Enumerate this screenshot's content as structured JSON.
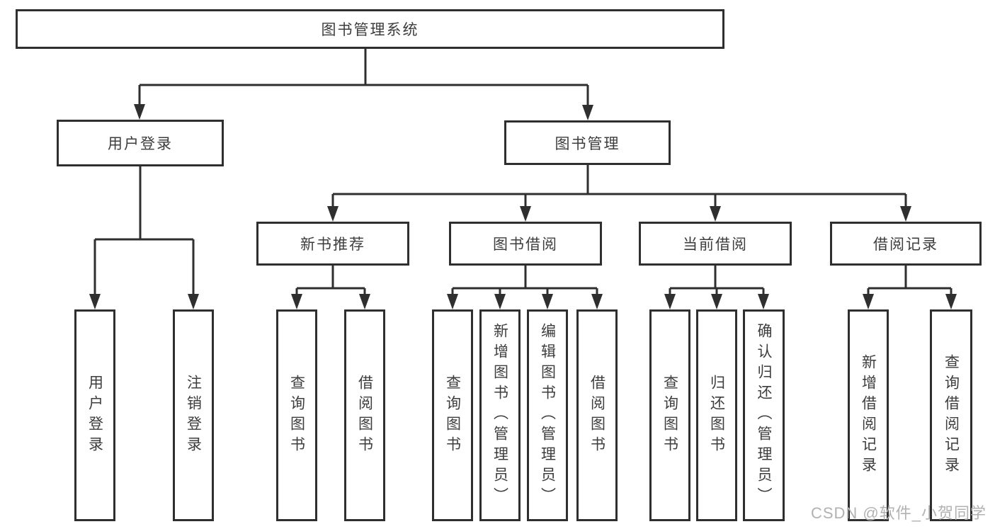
{
  "tree": {
    "root": {
      "label": "图书管理系统"
    },
    "login": {
      "label": "用户登录",
      "children": [
        {
          "label": "用户登录"
        },
        {
          "label": "注销登录"
        }
      ]
    },
    "management": {
      "label": "图书管理",
      "sections": [
        {
          "label": "新书推荐",
          "children": [
            {
              "label": "查询图书"
            },
            {
              "label": "借阅图书"
            }
          ]
        },
        {
          "label": "图书借阅",
          "children": [
            {
              "label": "查询图书"
            },
            {
              "label": "新增图书（管理员）"
            },
            {
              "label": "编辑图书（管理员）"
            },
            {
              "label": "借阅图书"
            }
          ]
        },
        {
          "label": "当前借阅",
          "children": [
            {
              "label": "查询图书"
            },
            {
              "label": "归还图书"
            },
            {
              "label": "确认归还（管理员）"
            }
          ]
        },
        {
          "label": "借阅记录",
          "children": [
            {
              "label": "新增借阅记录"
            },
            {
              "label": "查询借阅记录"
            }
          ]
        }
      ]
    }
  },
  "watermark": {
    "text": "CSDN @软件_小贺同学"
  },
  "colors": {
    "line": "#2f2f2f",
    "text": "#3d3d3d",
    "background": "#ffffff",
    "watermark": "#b2b2b2"
  }
}
